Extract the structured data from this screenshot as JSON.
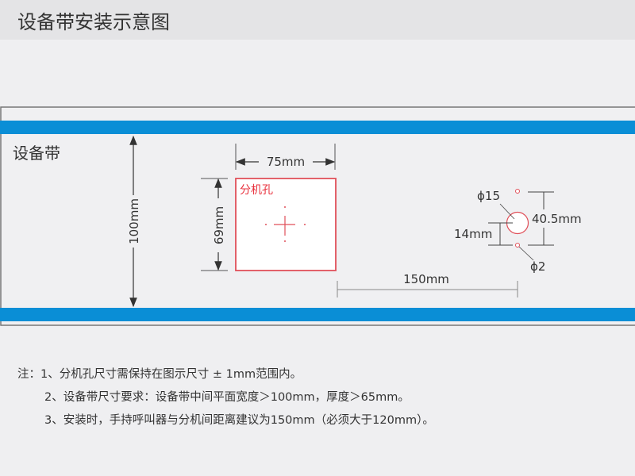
{
  "header": {
    "title": "设备带安装示意图"
  },
  "diagram": {
    "band_label": "设备带",
    "band_height": "100mm",
    "hole_width": "75mm",
    "hole_height": "69mm",
    "hole_label": "分机孔",
    "large_hole_diameter": "ϕ15",
    "small_hole_diameter": "ϕ2",
    "hole_spacing": "40.5mm",
    "offset": "14mm",
    "distance": "150mm"
  },
  "colors": {
    "band": "#0a8ed6",
    "hole": "#e0505a"
  },
  "notes": [
    "注：1、分机孔尺寸需保持在图示尺寸 ± 1mm范围内。",
    "2、设备带尺寸要求：设备带中间平面宽度＞100mm，厚度＞65mm。",
    "3、安装时，手持呼叫器与分机间距离建议为150mm（必须大于120mm）。"
  ]
}
